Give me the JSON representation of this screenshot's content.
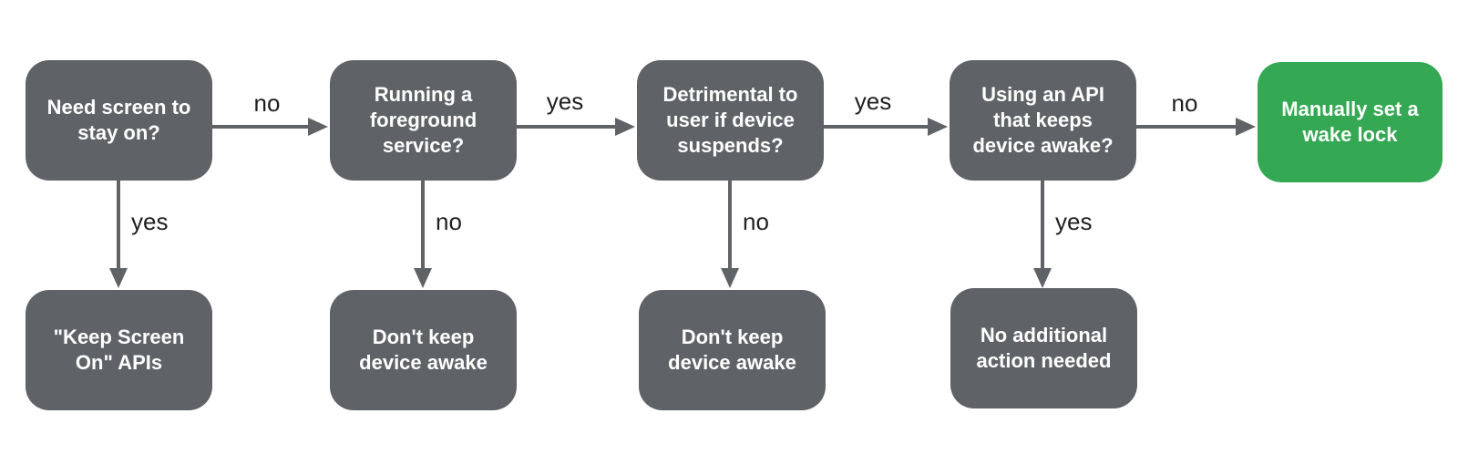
{
  "colors": {
    "background": "#ffffff",
    "node_gray": "#5f6368",
    "node_green": "#34a853",
    "arrow": "#5f6368",
    "node_text": "#ffffff",
    "edge_label": "#1f1f1f"
  },
  "flowchart": {
    "top_row": [
      {
        "label": "Need screen to stay on?"
      },
      {
        "label": "Running a foreground service?"
      },
      {
        "label": "Detrimental to user if device suspends?"
      },
      {
        "label": "Using an API that keeps device awake?"
      },
      {
        "label": "Manually set a wake lock"
      }
    ],
    "bottom_row": [
      {
        "label": "\"Keep Screen On\" APIs"
      },
      {
        "label": "Don't keep device awake"
      },
      {
        "label": "Don't keep device awake"
      },
      {
        "label": "No additional action needed"
      }
    ],
    "horizontal_edges": [
      {
        "label": "no"
      },
      {
        "label": "yes"
      },
      {
        "label": "yes"
      },
      {
        "label": "no"
      }
    ],
    "vertical_edges": [
      {
        "label": "yes"
      },
      {
        "label": "no"
      },
      {
        "label": "no"
      },
      {
        "label": "yes"
      }
    ]
  }
}
